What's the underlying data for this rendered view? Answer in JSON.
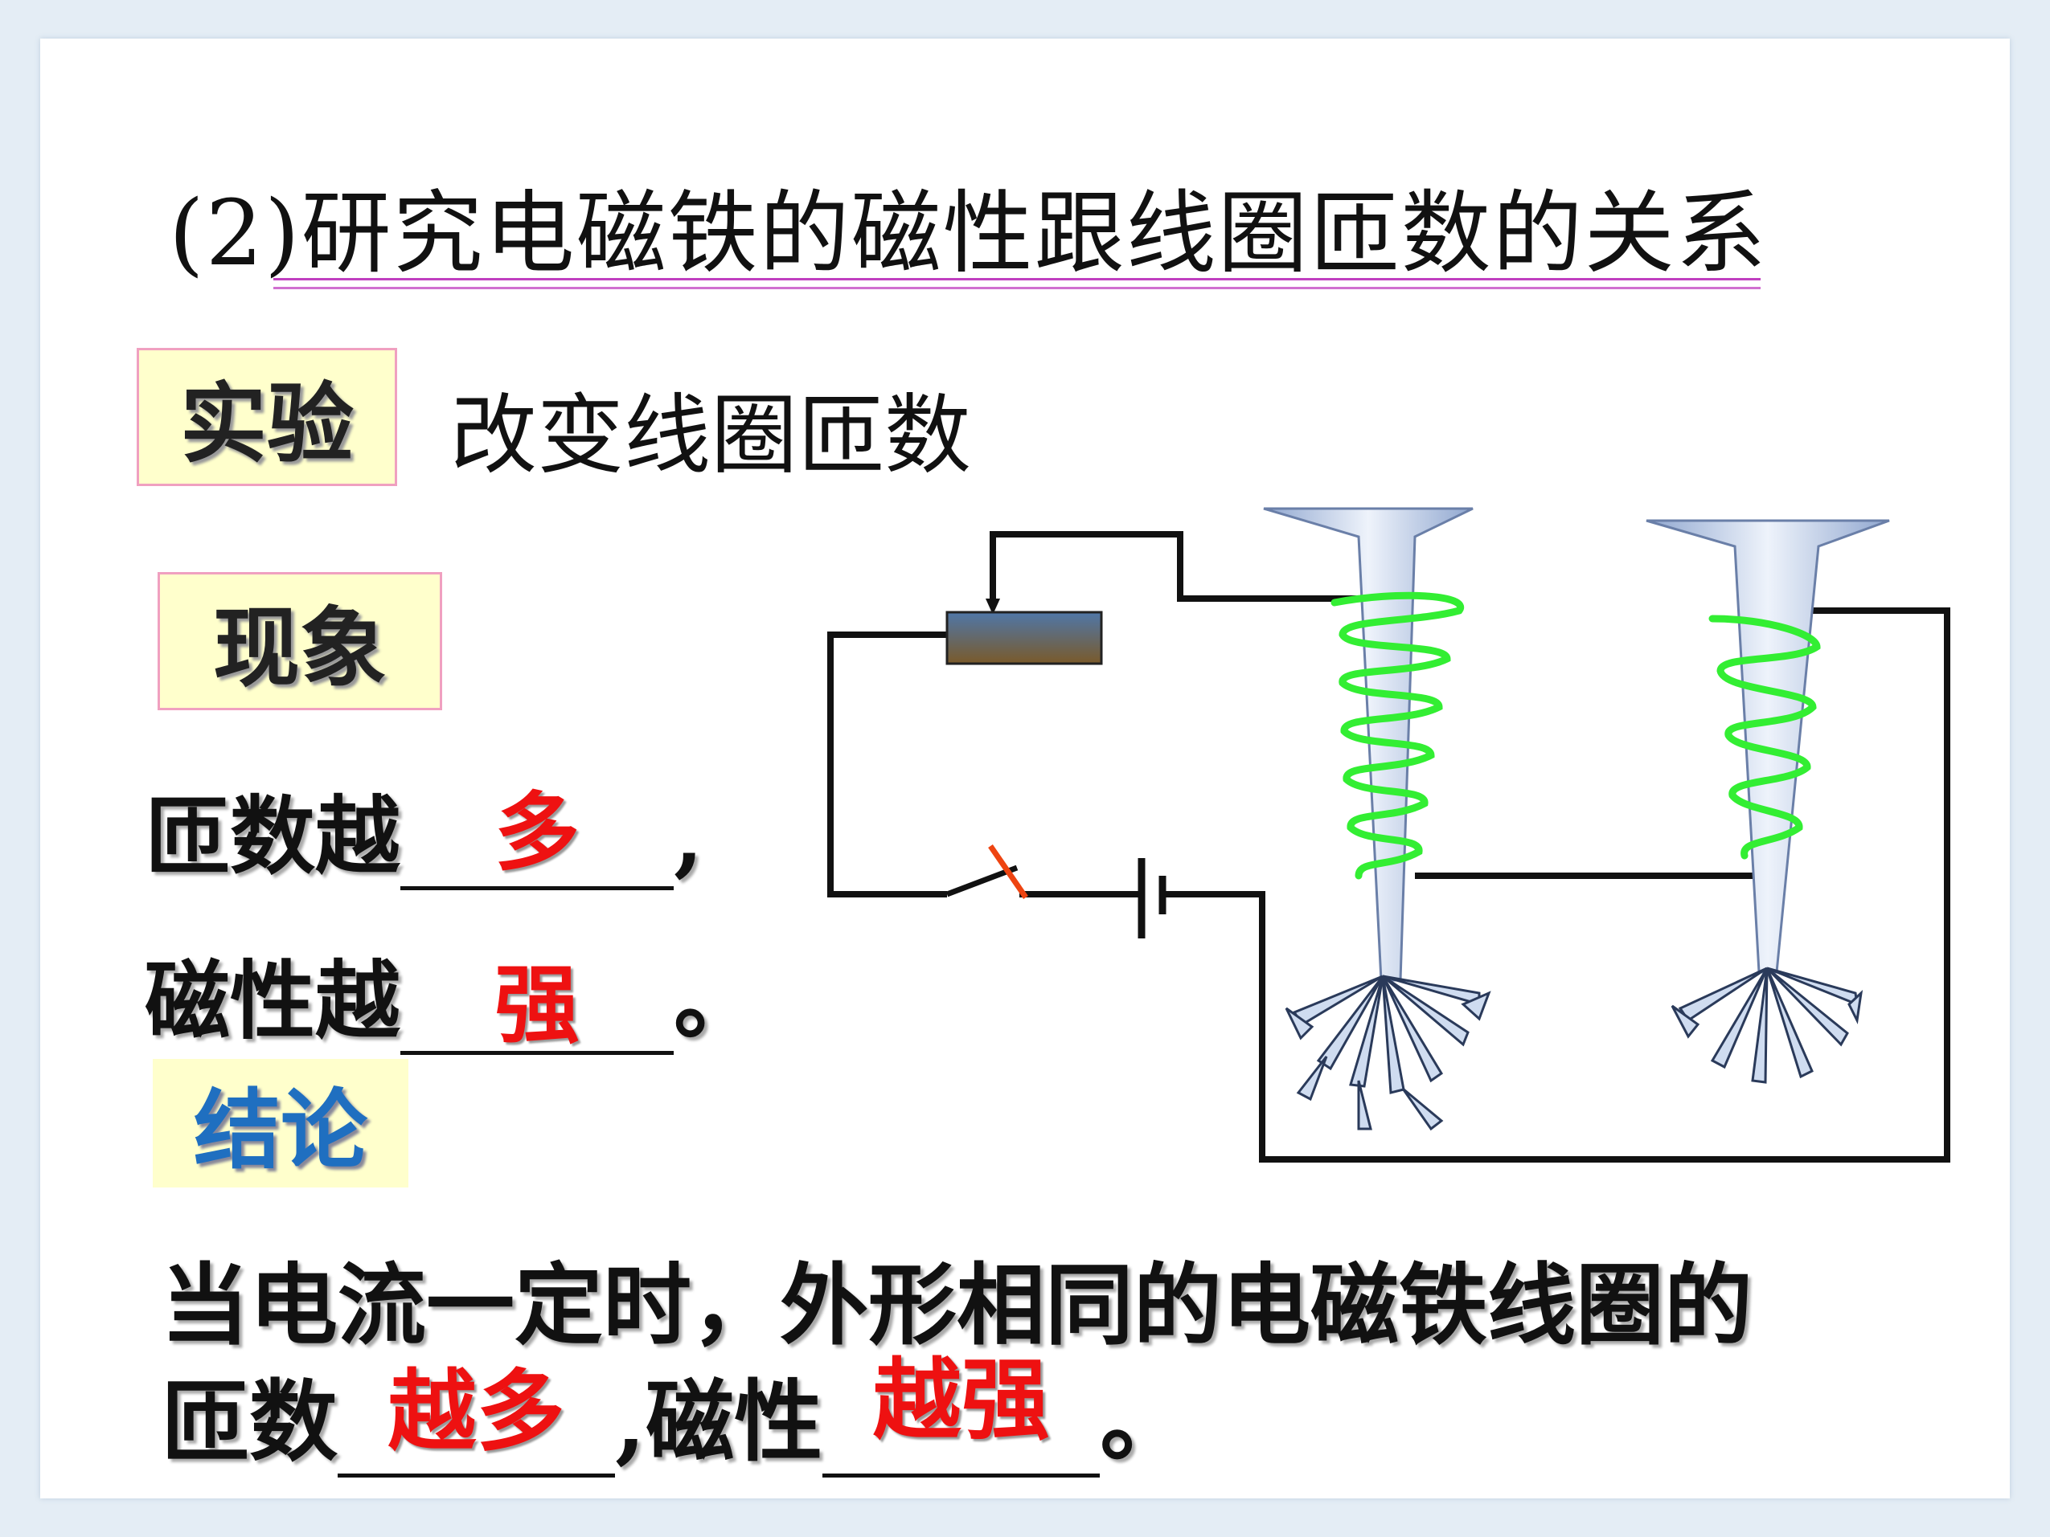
{
  "title": "(2)研究电磁铁的磁性跟线圈匝数的关系",
  "experiment": {
    "label": "实验",
    "text": "改变线圈匝数"
  },
  "phenomenon": {
    "label": "现象",
    "line1_prefix": "匝数越",
    "line1_answer": "多",
    "line1_suffix": ",",
    "line2_prefix": "磁性越",
    "line2_answer": "强",
    "line2_suffix": "。"
  },
  "conclusion": {
    "label": "结论",
    "sentence_line1": "当电流一定时，外形相同的电磁铁线圈的",
    "line2_prefix": "匝数",
    "answer1": "越多",
    "line2_middle": ",磁性",
    "answer2": "越强",
    "line2_suffix": "。"
  },
  "colors": {
    "answer": "#ee1111",
    "coil": "#33ee33",
    "title_rule": "#c040c0",
    "label_bg": "#ffffcc"
  }
}
